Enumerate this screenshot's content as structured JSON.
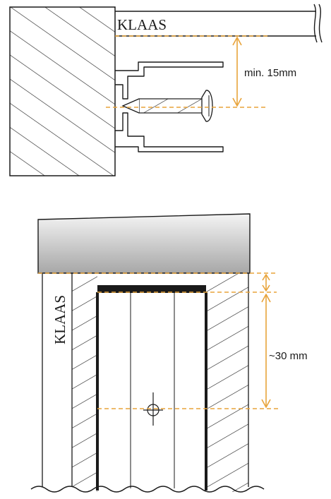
{
  "top_figure": {
    "material_label": "KLAAS",
    "clearance_label": "min. 15mm"
  },
  "bottom_figure": {
    "material_label": "KLAAS",
    "depth_label": "~30 mm"
  },
  "colors": {
    "dimension": "#E8A33A",
    "line": "#1a1a1a",
    "sill_top": "#f4f4f4",
    "sill_bottom": "#a7a7a7"
  }
}
